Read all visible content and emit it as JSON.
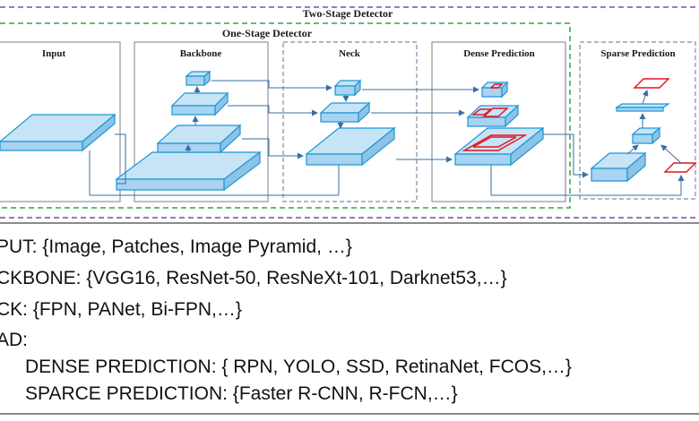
{
  "diagram": {
    "two_stage_title": "Two-Stage Detector",
    "one_stage_title": "One-Stage Detector",
    "panels": {
      "input": "Input",
      "backbone": "Backbone",
      "neck": "Neck",
      "dense": "Dense Prediction",
      "sparse": "Sparse Prediction"
    },
    "colors": {
      "two_stage_border": "#7b4bb3",
      "one_stage_border": "#2aa84a",
      "panel_border": "#7f8ca6",
      "block_fill": "#bfe0f5",
      "block_stroke": "#1c97d6",
      "arrow": "#3a6ea5",
      "box_red": "#e0141e"
    }
  },
  "list": {
    "input": "PUT: {Image, Patches, Image Pyramid, …}",
    "backbone": "CKBONE: {VGG16, ResNet-50, ResNeXt-101, Darknet53,…}",
    "neck": "CK: {FPN, PANet, Bi-FPN,…}",
    "head": "AD:",
    "dense": "DENSE PREDICTION: { RPN, YOLO, SSD, RetinaNet, FCOS,…}",
    "sparse": "SPARCE PREDICTION: {Faster R-CNN, R-FCN,…}"
  }
}
